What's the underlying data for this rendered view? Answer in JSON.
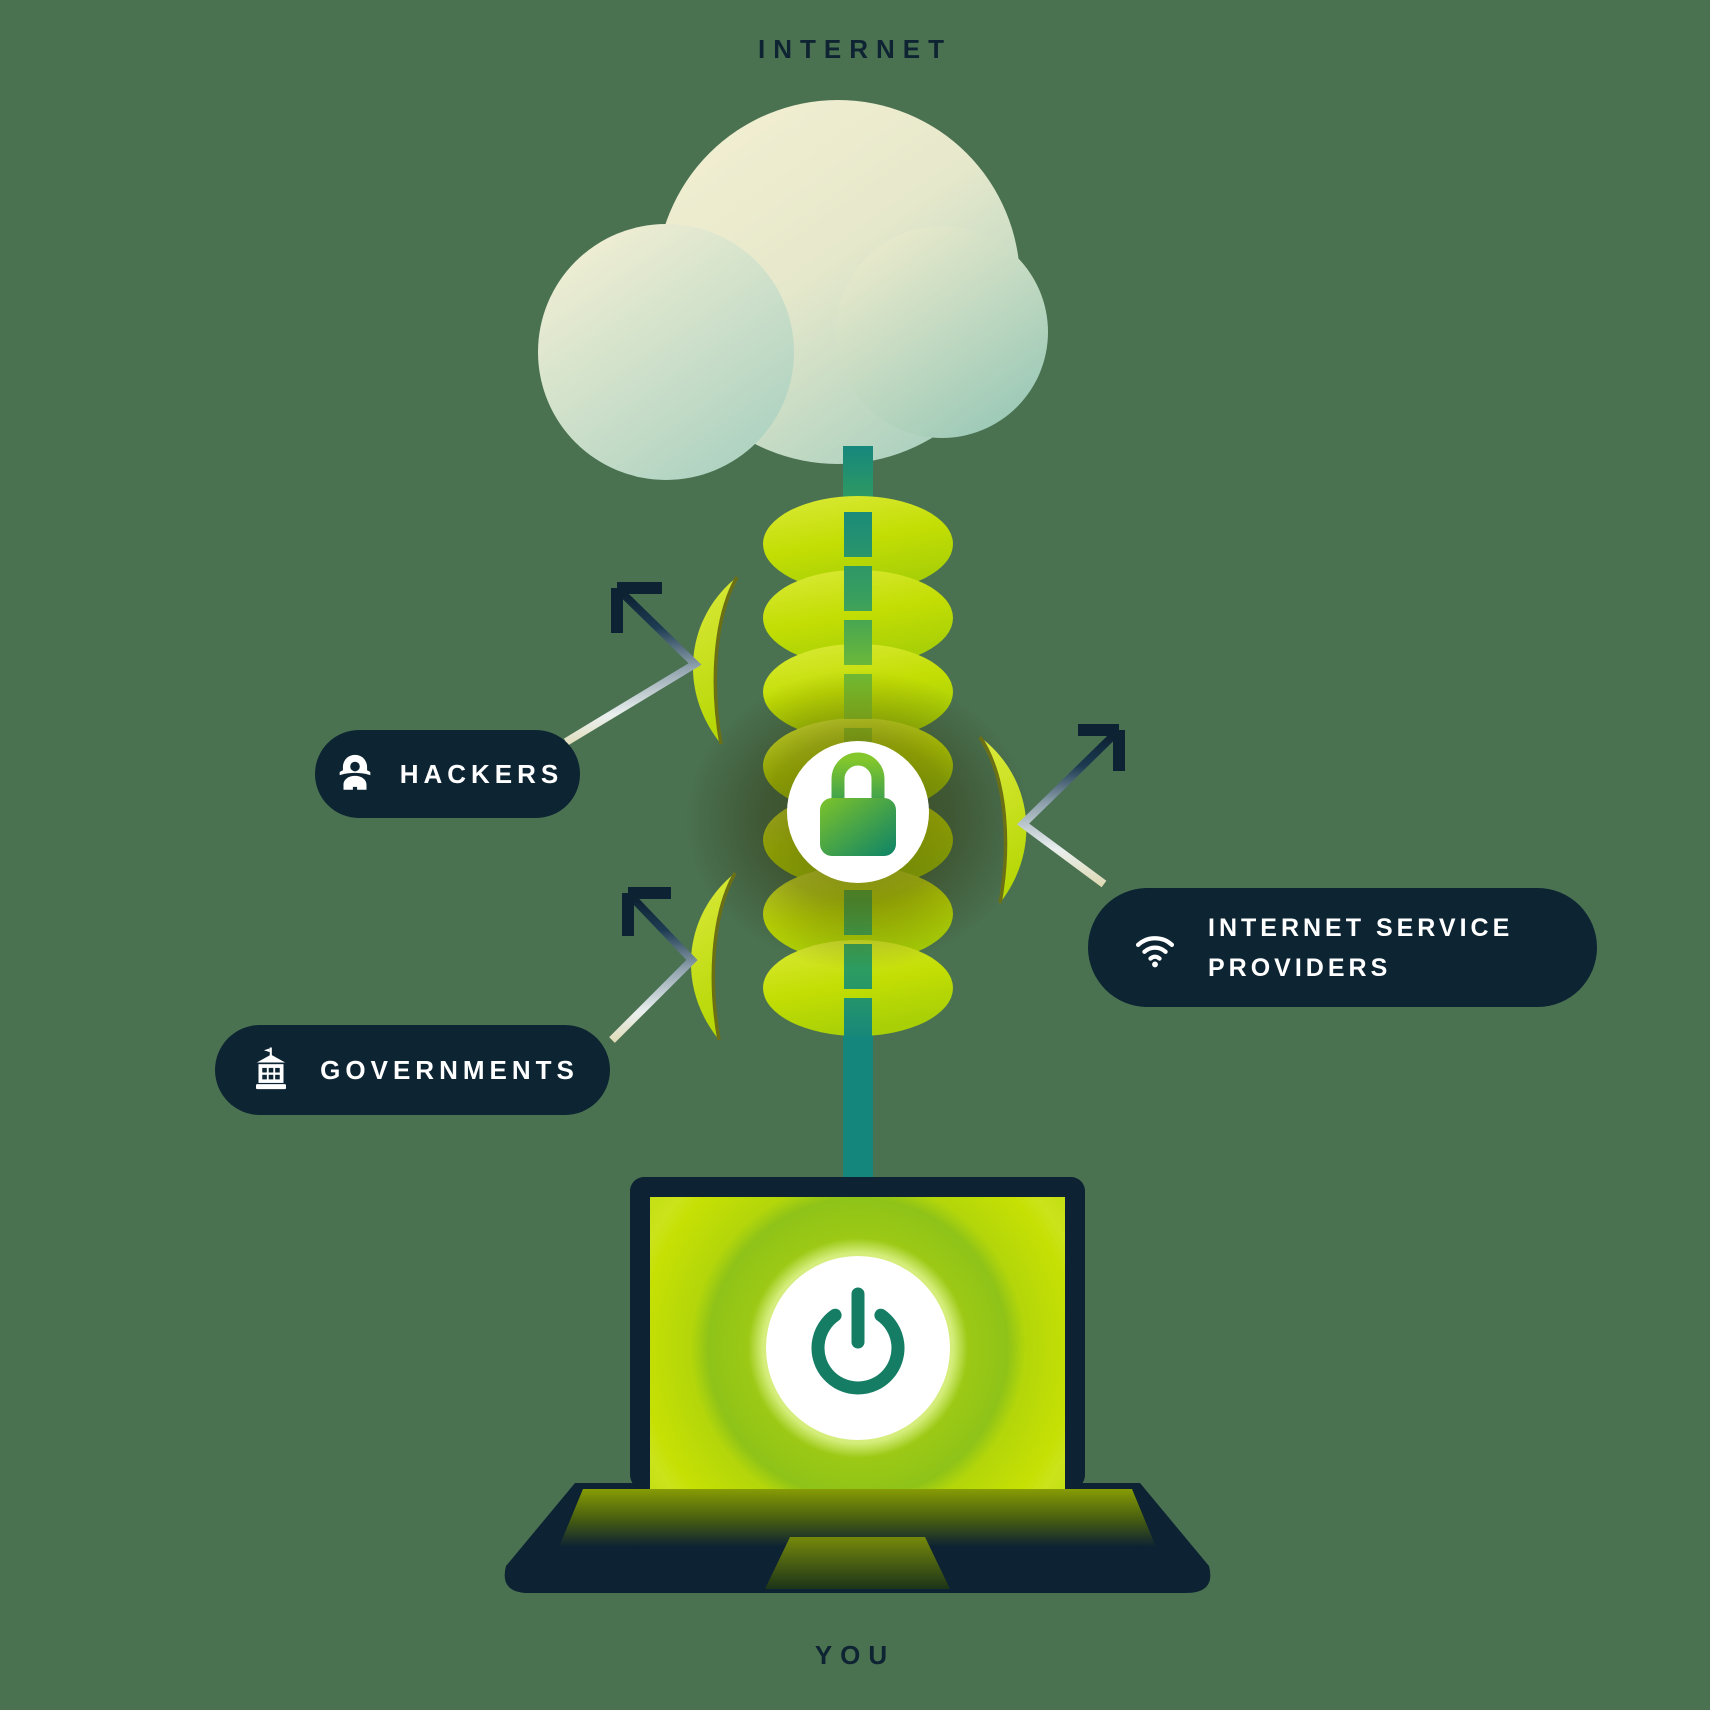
{
  "illustration": {
    "top_label": "INTERNET",
    "bottom_label": "YOU",
    "pills": {
      "hackers": {
        "label": "HACKERS",
        "icon": "hacker-icon"
      },
      "governments": {
        "label": "GOVERNMENTS",
        "icon": "government-building-icon"
      },
      "isp": {
        "line1": "INTERNET SERVICE",
        "line2": "PROVIDERS",
        "icon": "wifi-icon"
      }
    },
    "colors": {
      "background": "#4a7251",
      "pill_navy": "#0d2433",
      "tunnel_yellow": "#c6e003",
      "stem_teal": "#15867c",
      "cloud_cream": "#f3efd2",
      "cloud_teal": "#9ccaba",
      "lock_green": "#7dc32a",
      "lock_teal": "#0d8367",
      "text_dark": "#0f2433",
      "text_light": "#ffffff"
    }
  }
}
